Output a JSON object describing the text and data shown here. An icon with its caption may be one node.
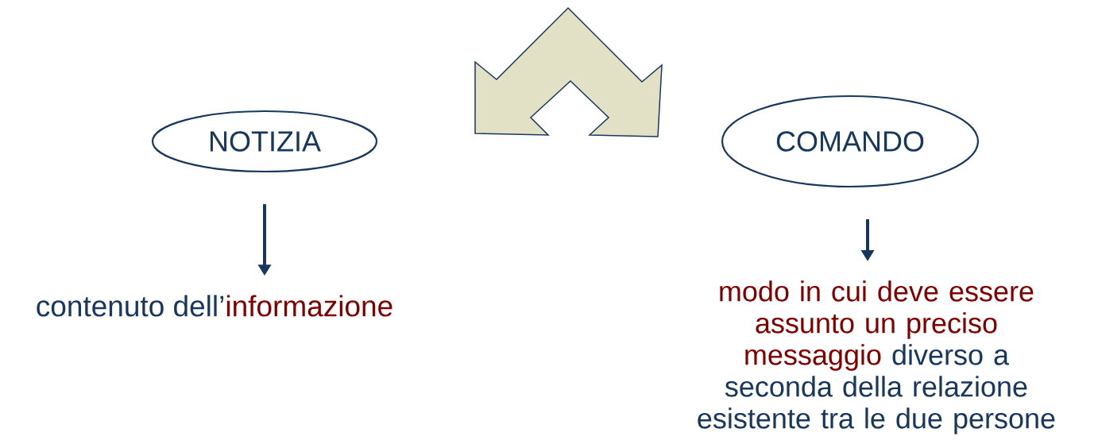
{
  "diagram": {
    "nodes": [
      {
        "text": [
          "NOTIZIA"
        ]
      },
      {
        "text": [
          "COMANDO"
        ]
      },
      {
        "text": [
          "contenuto dell’",
          "informazione"
        ]
      },
      {
        "text": [
          "modo in cui deve essere assunto un preciso messaggio",
          "diverso a seconda della relazione esistente tra le due persone"
        ]
      },
      {
        "text": [],
        "shape": "chevron"
      }
    ],
    "edges": [
      {
        "from": 0,
        "to": 2,
        "arrow": "to"
      },
      {
        "from": 1,
        "to": 3,
        "arrow": "to"
      }
    ]
  }
}
